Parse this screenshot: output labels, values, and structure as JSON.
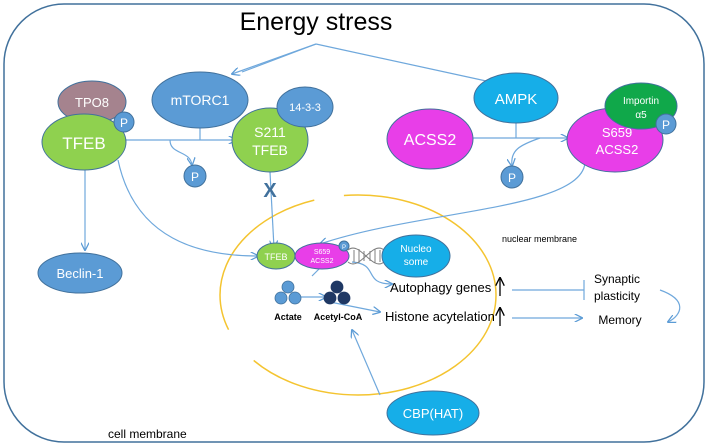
{
  "title": "Energy stress",
  "nodes": {
    "tpo8": "TPO8",
    "tfeb": "TFEB",
    "p": "P",
    "mtorc1": "mTORC1",
    "protein_14_3_3": "14-3-3",
    "s211_tfeb_line1": "S211",
    "s211_tfeb_line2": "TFEB",
    "ampk": "AMPK",
    "acss2": "ACSS2",
    "importin_line1": "Importin",
    "importin_line2": "α5",
    "s659_acss2_line1": "S659",
    "s659_acss2_line2": "ACSS2",
    "beclin1": "Beclin-1",
    "tfeb_nuclear": "TFEB",
    "s659_small_line1": "S659",
    "s659_small_line2": "ACSS2",
    "nucleosome_line1": "Nucleo",
    "nucleosome_line2": "some",
    "cbp_hat": "CBP(HAT)"
  },
  "labels": {
    "nuclear_membrane": "nuclear membrane",
    "cell_membrane": "cell membrane",
    "autophagy_genes": "Autophagy genes",
    "histone_acetylation": "Histone acytelation",
    "synaptic_line1": "Synaptic",
    "synaptic_line2": "plasticity",
    "memory": "Memory",
    "actate": "Actate",
    "acetyl_coa": "Acetyl-CoA",
    "inhibit_mark": "X"
  },
  "colors": {
    "blue": "#5b9bd5",
    "blue_stroke": "#41719c",
    "green": "#8fd14f",
    "magenta": "#e83ee8",
    "cyan": "#16aee8",
    "tpo8": "#a5838e",
    "importin": "#10a84a",
    "nuclear_membrane": "#f4c430",
    "dark_navy": "#1f3864",
    "arrow": "#6fa8dc"
  }
}
